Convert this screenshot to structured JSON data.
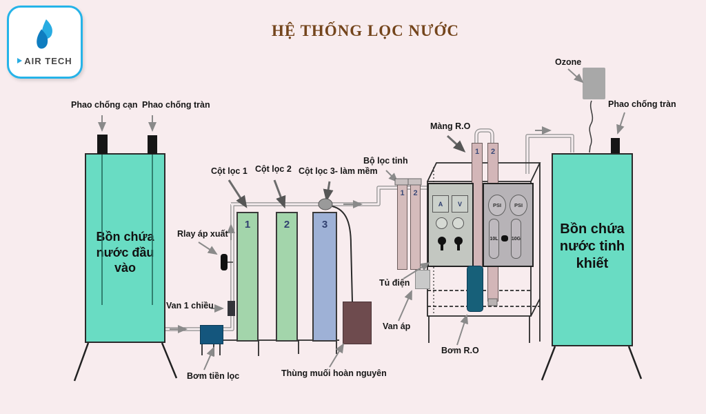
{
  "title": "HỆ THỐNG LỌC NƯỚC",
  "logo": {
    "brand": "AIR TECH"
  },
  "callouts": {
    "phao_chong_can": "Phao chống cạn",
    "phao_chong_tran_left": "Phao chống tràn",
    "cot_loc_1": "Cột lọc 1",
    "cot_loc_2": "Cột lọc 2",
    "cot_loc_3": "Cột lọc 3- làm mềm",
    "rlay_ap_xuat": "Rlay áp xuất",
    "van_1_chieu": "Van 1 chiều",
    "bom_tien_loc": "Bơm tiền lọc",
    "thung_muoi": "Thùng muối hoàn nguyên",
    "bo_loc_tinh": "Bộ lọc tinh",
    "mang_ro": "Màng R.O",
    "tu_dien": "Tủ điện",
    "van_ap": "Van áp",
    "bom_ro": "Bơm R.O",
    "ozone": "Ozone",
    "phao_chong_tran_right": "Phao chống tràn"
  },
  "tanks": {
    "input": {
      "line1": "Bồn chứa",
      "line2": "nước đầu vào"
    },
    "output": {
      "line1": "Bồn chứa",
      "line2": "nước tinh",
      "line3": "khiết"
    }
  },
  "columns": {
    "c1": "1",
    "c2": "2",
    "c3": "3"
  },
  "fine_filters": {
    "f1": "1",
    "f2": "2"
  },
  "membranes": {
    "m1": "1",
    "m2": "2"
  },
  "panel": {
    "ammeter": "A",
    "voltmeter": "V",
    "psi_left": "PSI",
    "psi_right": "PSI",
    "flow_left": "10L",
    "flow_right": "10G"
  },
  "colors": {
    "background": "#f8ecee",
    "tank_teal": "#69dcc3",
    "column_green": "#a3d5ab",
    "column_blue": "#9eb1d6",
    "filter_pink": "#d5bcbc",
    "panel_gray_left": "#c3c7c1",
    "panel_gray_right": "#b7b3b7",
    "pump_blue": "#14567d",
    "salt_brown": "#6e4b4e",
    "title_brown": "#74451c",
    "logo_cyan": "#25b3e8"
  }
}
